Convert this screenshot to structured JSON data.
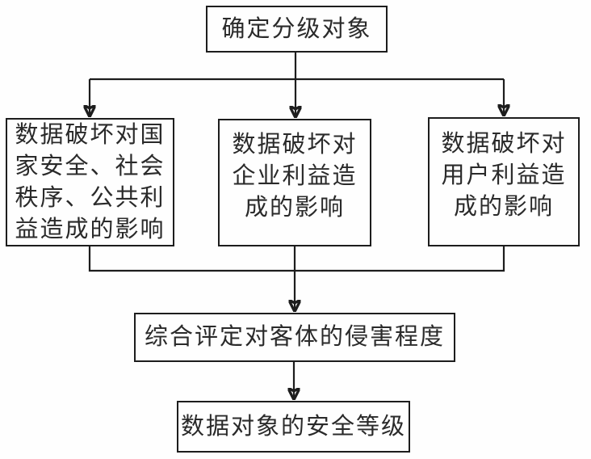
{
  "diagram": {
    "type": "flowchart",
    "colors": {
      "background": "#fefefe",
      "border": "#1d1d1d",
      "line": "#1d1d1d",
      "text": "#2a2a2a"
    },
    "nodes": {
      "determine": {
        "label": "确定分级对象"
      },
      "impact_national": {
        "label": "数据破坏对国\n家安全、社会\n秩序、公共利\n益造成的影响"
      },
      "impact_enterprise": {
        "label": "数据破坏对\n企业利益造\n成的影响"
      },
      "impact_user": {
        "label": "数据破坏对\n用户利益造\n成的影响"
      },
      "assessment": {
        "label": "综合评定对客体的侵害程度"
      },
      "result": {
        "label": "数据对象的安全等级"
      }
    },
    "edges": [
      {
        "from": "determine",
        "to": "impact_national"
      },
      {
        "from": "determine",
        "to": "impact_enterprise"
      },
      {
        "from": "determine",
        "to": "impact_user"
      },
      {
        "from": "impact_national",
        "to": "assessment"
      },
      {
        "from": "impact_enterprise",
        "to": "assessment"
      },
      {
        "from": "impact_user",
        "to": "assessment"
      },
      {
        "from": "assessment",
        "to": "result"
      }
    ]
  }
}
